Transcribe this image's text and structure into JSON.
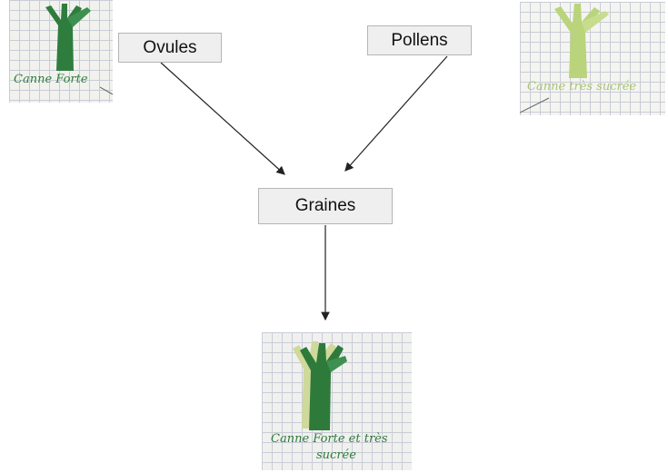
{
  "diagram": {
    "nodes": {
      "ovules": "Ovules",
      "pollens": "Pollens",
      "graines": "Graines"
    },
    "photos": {
      "parent_left": {
        "caption": "Canne Forte",
        "plant_color": "#2f7d3e"
      },
      "parent_right": {
        "caption": "Canne très sucrée",
        "plant_color": "#b9d47a"
      },
      "offspring": {
        "caption_line1": "Canne Forte et très",
        "caption_line2": "sucrée",
        "plant_color": "#2e7a3a"
      }
    },
    "edges": [
      {
        "from": "ovules",
        "to": "graines"
      },
      {
        "from": "pollens",
        "to": "graines"
      },
      {
        "from": "graines",
        "to": "offspring"
      }
    ]
  }
}
